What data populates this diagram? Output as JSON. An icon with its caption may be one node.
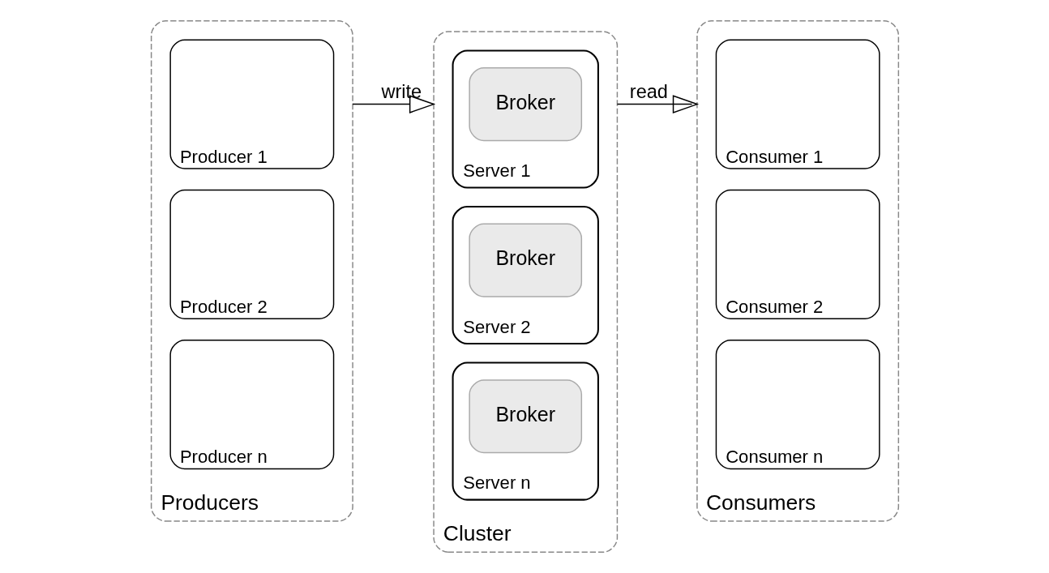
{
  "diagram": {
    "nodes": [
      {
        "text": [
          "Producers"
        ]
      },
      {
        "text": [
          "Producer 1"
        ],
        "in": 0
      },
      {
        "text": [
          "Producer 2"
        ],
        "in": 0
      },
      {
        "text": [
          "Producer n"
        ],
        "in": 0
      },
      {
        "text": [
          "Cluster"
        ]
      },
      {
        "text": [
          "Server 1"
        ],
        "in": 4
      },
      {
        "text": [
          "Broker"
        ],
        "in": 5
      },
      {
        "text": [
          "Server 2"
        ],
        "in": 4
      },
      {
        "text": [
          "Broker"
        ],
        "in": 7
      },
      {
        "text": [
          "Server n"
        ],
        "in": 4
      },
      {
        "text": [
          "Broker"
        ],
        "in": 9
      },
      {
        "text": [
          "Consumers"
        ]
      },
      {
        "text": [
          "Consumer 1"
        ],
        "in": 11
      },
      {
        "text": [
          "Consumer 2"
        ],
        "in": 11
      },
      {
        "text": [
          "Consumer n"
        ],
        "in": 11
      }
    ],
    "edges": [
      {
        "from": 0,
        "to": 4,
        "arrow": "to",
        "label": "write"
      },
      {
        "from": 4,
        "to": 11,
        "arrow": "to",
        "label": "read"
      }
    ]
  }
}
